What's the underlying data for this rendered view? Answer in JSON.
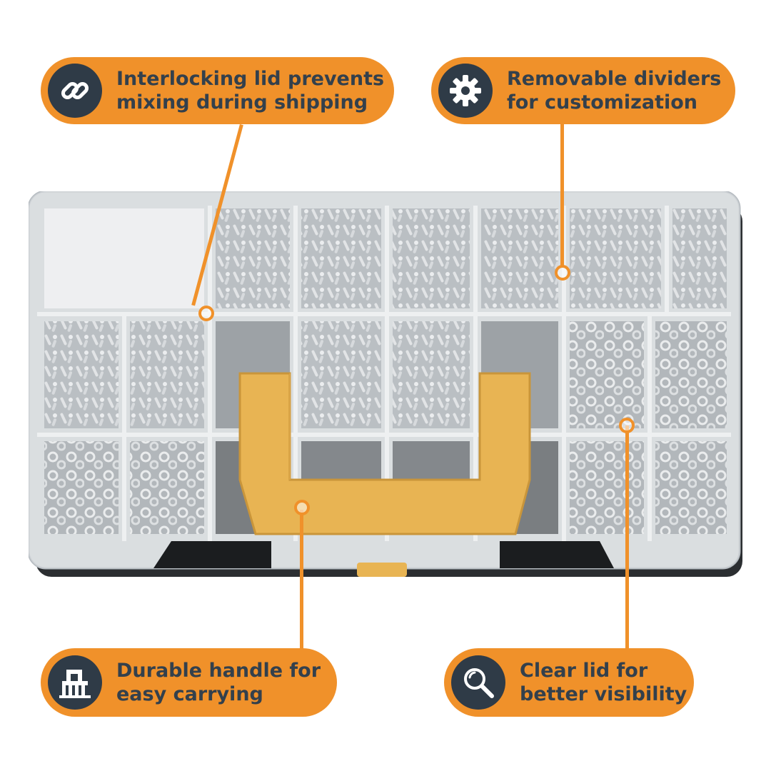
{
  "callouts": [
    {
      "icon": "link-icon",
      "text": "Interlocking lid prevents\nmixing during shipping"
    },
    {
      "icon": "gear-icon",
      "text": "Removable dividers\nfor customization"
    },
    {
      "icon": "handle-icon",
      "text": "Durable handle for\neasy carrying"
    },
    {
      "icon": "magnifier-icon",
      "text": "Clear lid for\nbetter visibility"
    }
  ],
  "colors": {
    "accent": "#f0912a",
    "badge": "#2f3b47",
    "handle": "#e8b453"
  }
}
